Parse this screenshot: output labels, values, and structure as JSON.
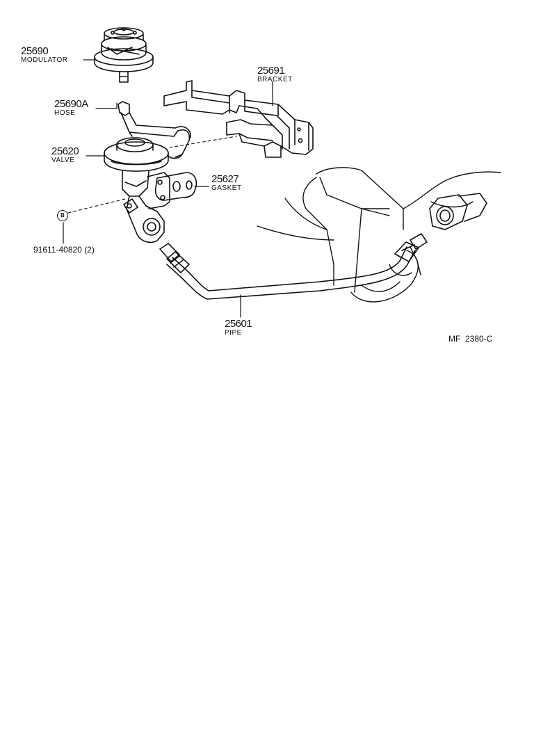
{
  "parts": {
    "modulator": {
      "number": "25690",
      "name": "MODULATOR"
    },
    "hose": {
      "number": "25690A",
      "name": "HOSE"
    },
    "bracket": {
      "number": "25691",
      "name": "BRACKET"
    },
    "valve": {
      "number": "25620",
      "name": "VALVE"
    },
    "gasket": {
      "number": "25627",
      "name": "GASKET"
    },
    "bolt": {
      "number": "91611-40820 (2)",
      "symbol": "B"
    },
    "pipe": {
      "number": "25601",
      "name": "PIPE"
    }
  },
  "drawing_code": "MF  2380-C"
}
